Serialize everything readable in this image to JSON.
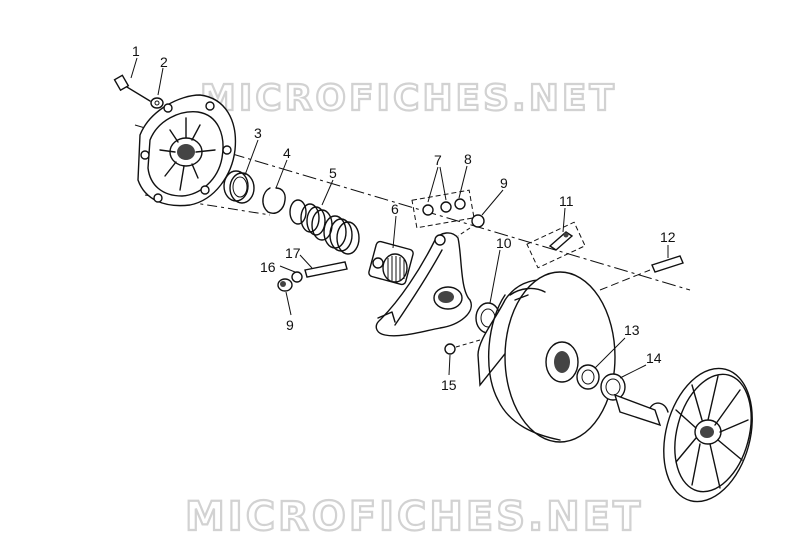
{
  "watermark": {
    "top": "MICROFICHES.NET",
    "bottom": "MICROFICHES.NET"
  },
  "callouts": [
    "1",
    "2",
    "3",
    "4",
    "5",
    "6",
    "7",
    "8",
    "9",
    "10",
    "11",
    "12",
    "13",
    "14",
    "15",
    "16",
    "17",
    "9"
  ]
}
